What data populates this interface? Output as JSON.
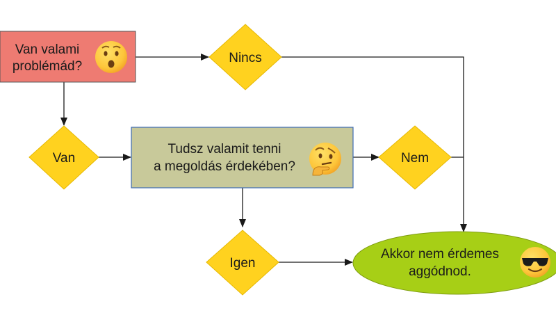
{
  "start_box": {
    "line1": "Van valami",
    "line2": "problémád?",
    "emoji": "hushed-face-icon"
  },
  "decisions": {
    "nincs": "Nincs",
    "van": "Van",
    "nem": "Nem",
    "igen": "Igen"
  },
  "question_box": {
    "line1": "Tudsz valamit tenni",
    "line2": "a megoldás érdekében?",
    "emoji": "thinking-face-icon"
  },
  "end_ellipse": {
    "line1": "Akkor nem érdemes",
    "line2": "aggódnod.",
    "emoji": "sunglasses-face-icon"
  },
  "colors": {
    "start_fill": "#ee7b72",
    "question_fill": "#c8c99a",
    "question_border": "#3d6ab3",
    "diamond_fill": "#ffd21f",
    "ellipse_fill": "#a7cf16",
    "line": "#1a1a1a"
  }
}
